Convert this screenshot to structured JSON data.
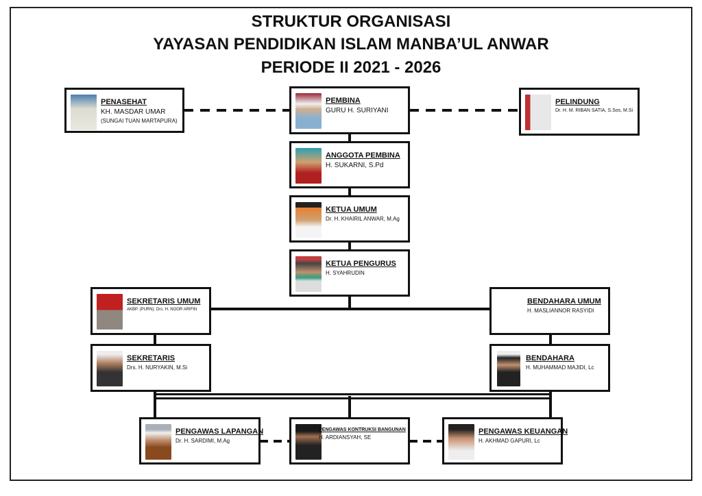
{
  "title": {
    "line1": "STRUKTUR ORGANISASI",
    "line2": "YAYASAN PENDIDIKAN ISLAM MANBA’UL ANWAR",
    "line3": "PERIODE II 2021 - 2026"
  },
  "nodes": {
    "penasehat": {
      "role": "PENASEHAT",
      "name": "KH. MASDAR UMAR",
      "note": "(SUNGAI TUAN MARTAPURA)"
    },
    "pembina": {
      "role": "PEMBINA",
      "name": "GURU H. SURIYANI"
    },
    "pelindung": {
      "role": "PELINDUNG",
      "name": "Dr. H. M. RIBAN SATIA, S.Sos, M.Si"
    },
    "anggota_pembina": {
      "role": "ANGGOTA PEMBINA",
      "name": "H. SUKARNI, S.Pd"
    },
    "ketua_umum": {
      "role": "KETUA UMUM",
      "name": "Dr. H. KHAIRIL ANWAR, M.Ag"
    },
    "ketua_pengurus": {
      "role": "KETUA PENGURUS",
      "name": "H. SYAHRUDIN"
    },
    "sekretaris_umum": {
      "role": "SEKRETARIS UMUM",
      "name": "AKBP. (PURN). Drs. H. NOOR ARIFIN"
    },
    "bendahara_umum": {
      "role": "BENDAHARA UMUM",
      "name": "H. MASLIANNOR RASYIDI"
    },
    "sekretaris": {
      "role": "SEKRETARIS",
      "name": "Drs. H. NURYAKIN, M.Si"
    },
    "bendahara": {
      "role": "BENDAHARA",
      "name": "H. MUHAMMAD MAJIDI, Lc"
    },
    "pengawas_lapangan": {
      "role": "PENGAWAS LAPANGAN",
      "name": "Dr. H. SARDIMI, M.Ag"
    },
    "pengawas_kontruksi": {
      "role": "PENGAWAS KONTRUKSI BANGUNAN",
      "name": "H. ARDIANSYAH, SE"
    },
    "pengawas_keuangan": {
      "role": "PENGAWAS KEUANGAN",
      "name": "H. AKHMAD GAPURI, Lc"
    }
  }
}
